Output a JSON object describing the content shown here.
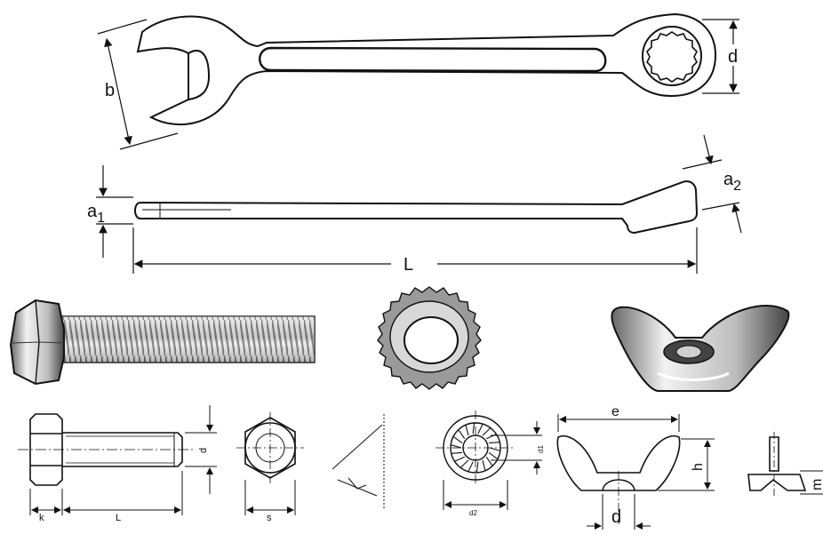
{
  "wrench": {
    "labels": {
      "b": "b",
      "d": "d",
      "a1_base": "a",
      "a1_sub": "1",
      "a2_base": "a",
      "a2_sub": "2",
      "L": "L"
    }
  },
  "bolt_drawing": {
    "labels": {
      "k": "k",
      "L": "L",
      "d": "d",
      "s": "s"
    }
  },
  "washer_drawing": {
    "labels": {
      "d1": "d1",
      "d2": "d2"
    }
  },
  "wingnut_drawing": {
    "labels": {
      "e": "e",
      "h": "h",
      "d": "d",
      "m": "m"
    }
  },
  "colors": {
    "stroke": "#111111",
    "fill_light": "#eeeeee",
    "fill_mid": "#bbbbbb",
    "fill_dark": "#555555"
  }
}
